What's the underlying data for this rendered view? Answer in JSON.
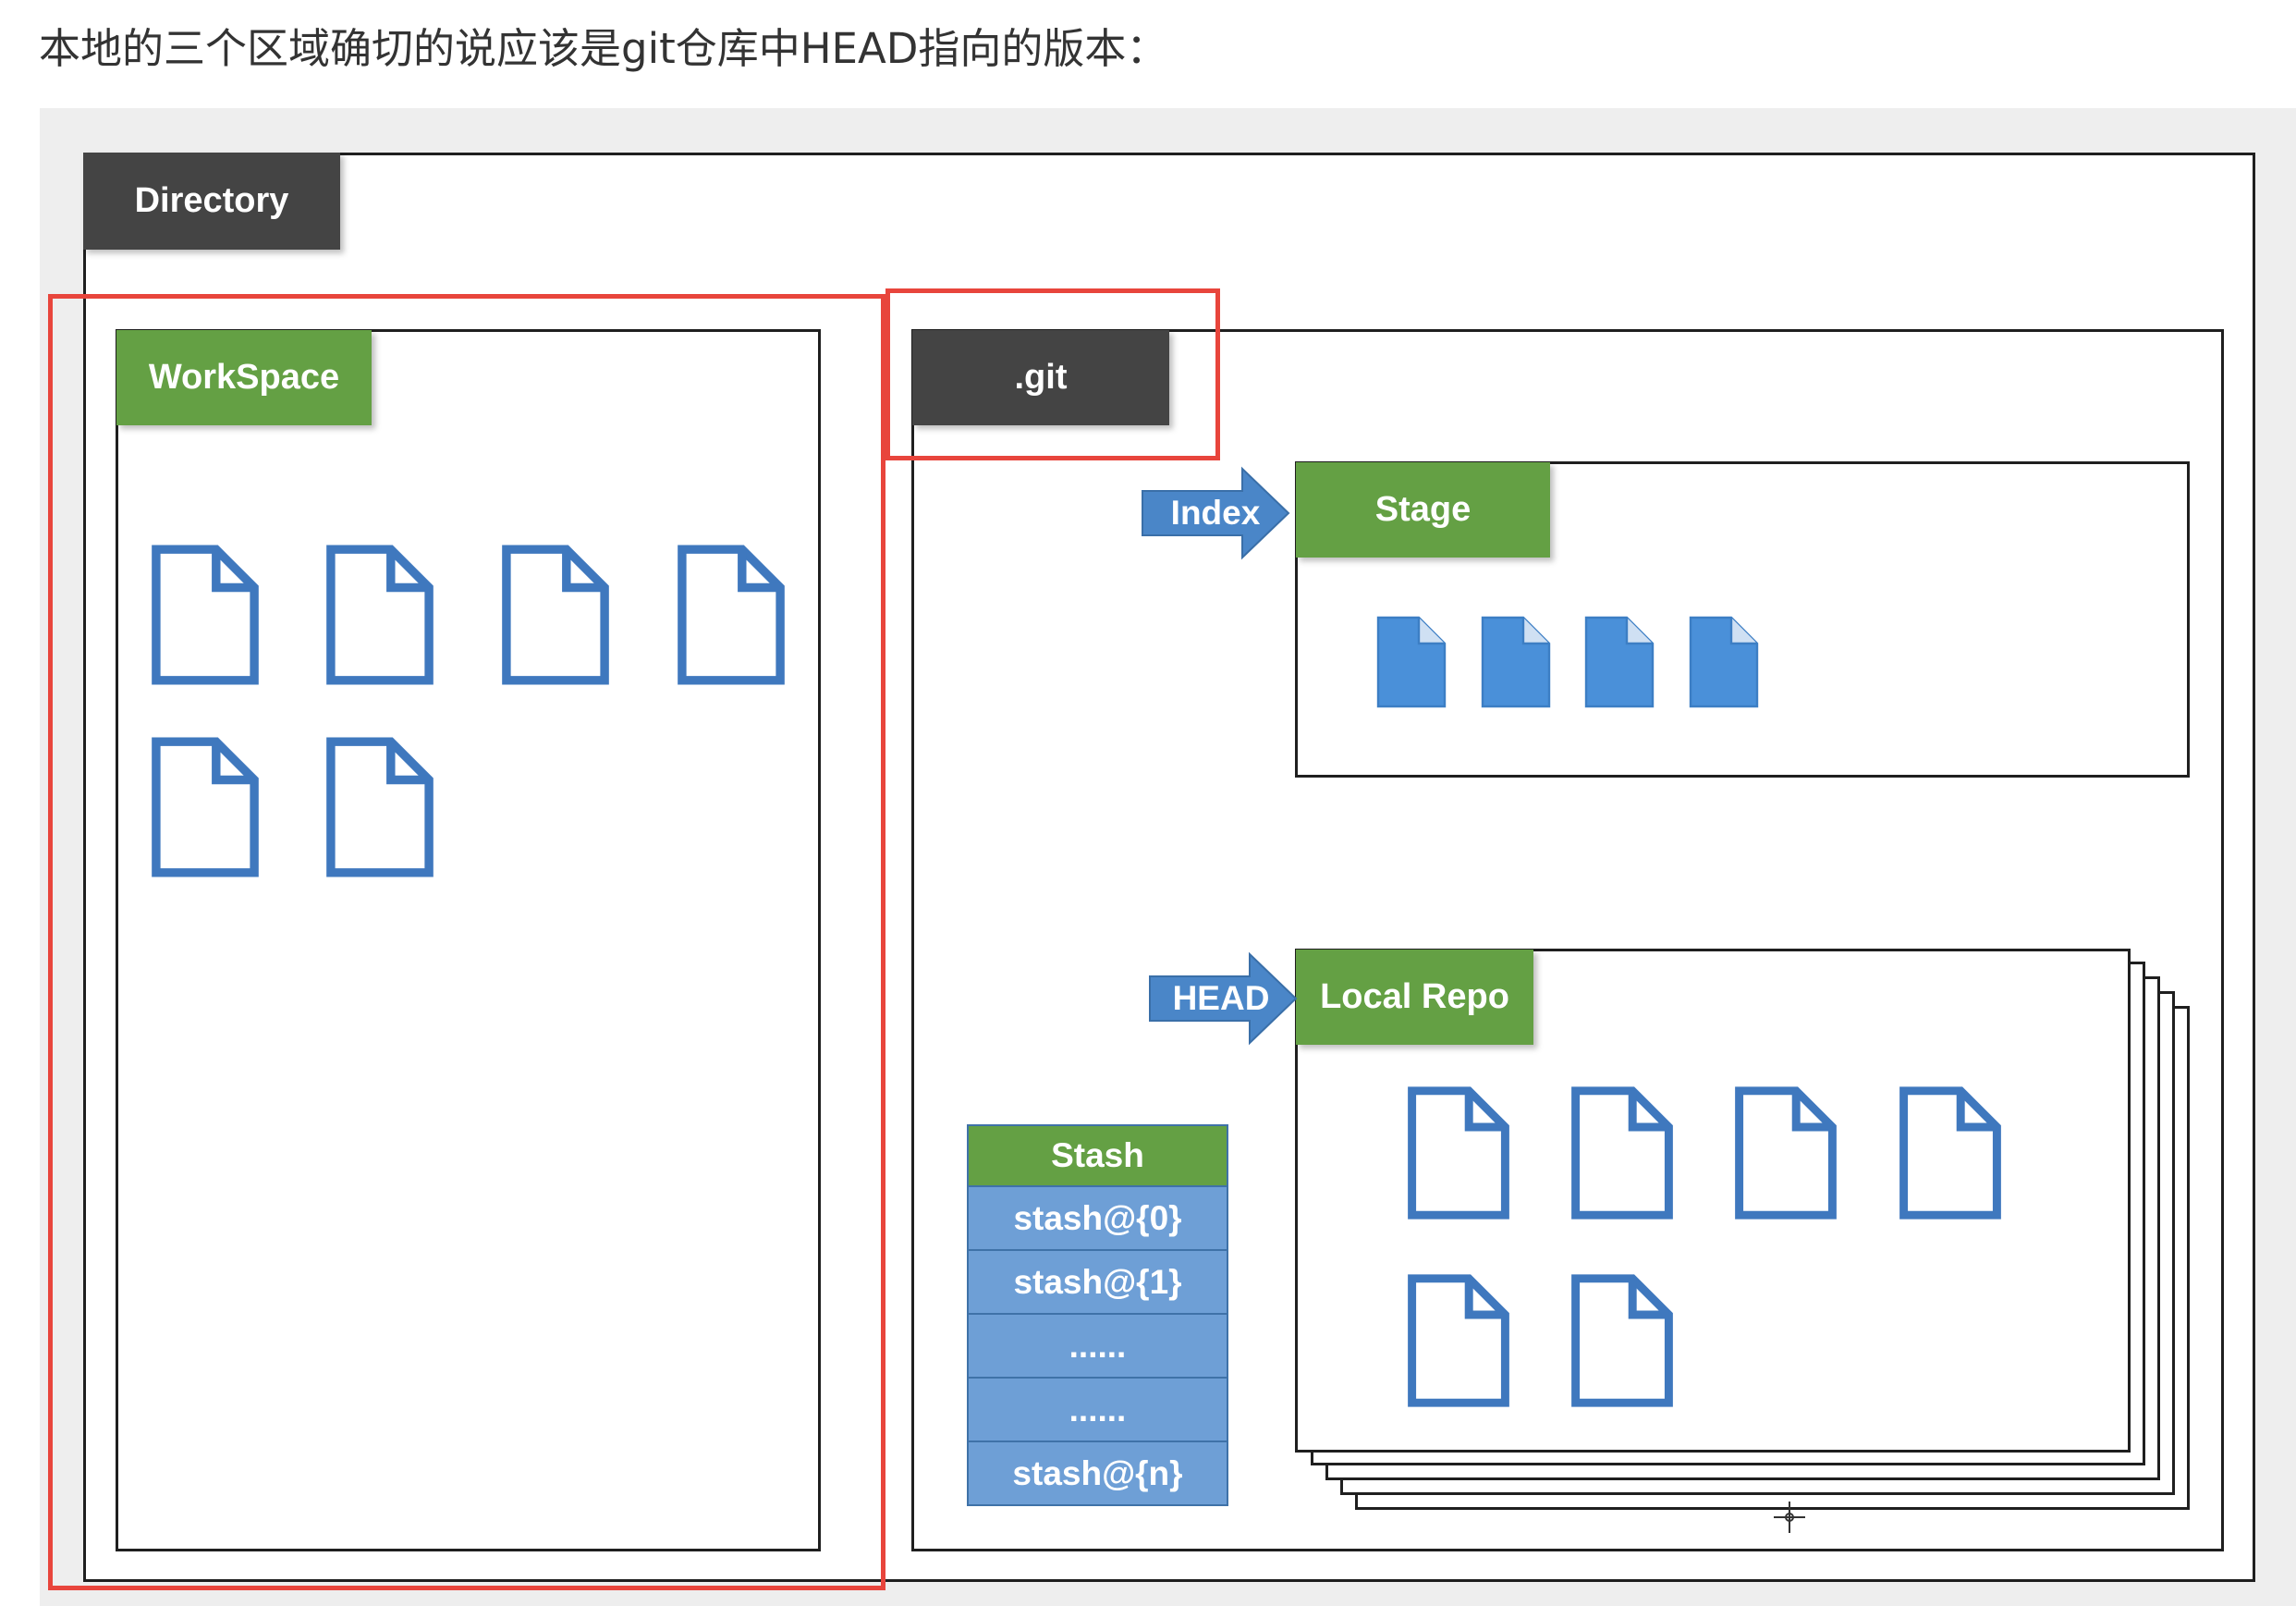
{
  "caption": "本地的三个区域确切的说应该是git仓库中HEAD指向的版本：",
  "labels": {
    "directory": "Directory",
    "workspace": "WorkSpace",
    "git": ".git",
    "stage": "Stage",
    "index": "Index",
    "head": "HEAD",
    "local_repo": "Local Repo"
  },
  "stash": {
    "title": "Stash",
    "items": [
      "stash@{0}",
      "stash@{1}",
      "......",
      "......",
      "stash@{n}"
    ]
  },
  "colors": {
    "green_tag": "#64a044",
    "dark_tag": "#444444",
    "arrow_blue": "#4a86c8",
    "file_outline": "#3f78be",
    "file_filled": "#4a90d9",
    "highlight_red": "#e8453c"
  },
  "counts": {
    "workspace_files": 6,
    "stage_files": 4,
    "local_repo_files": 6
  }
}
